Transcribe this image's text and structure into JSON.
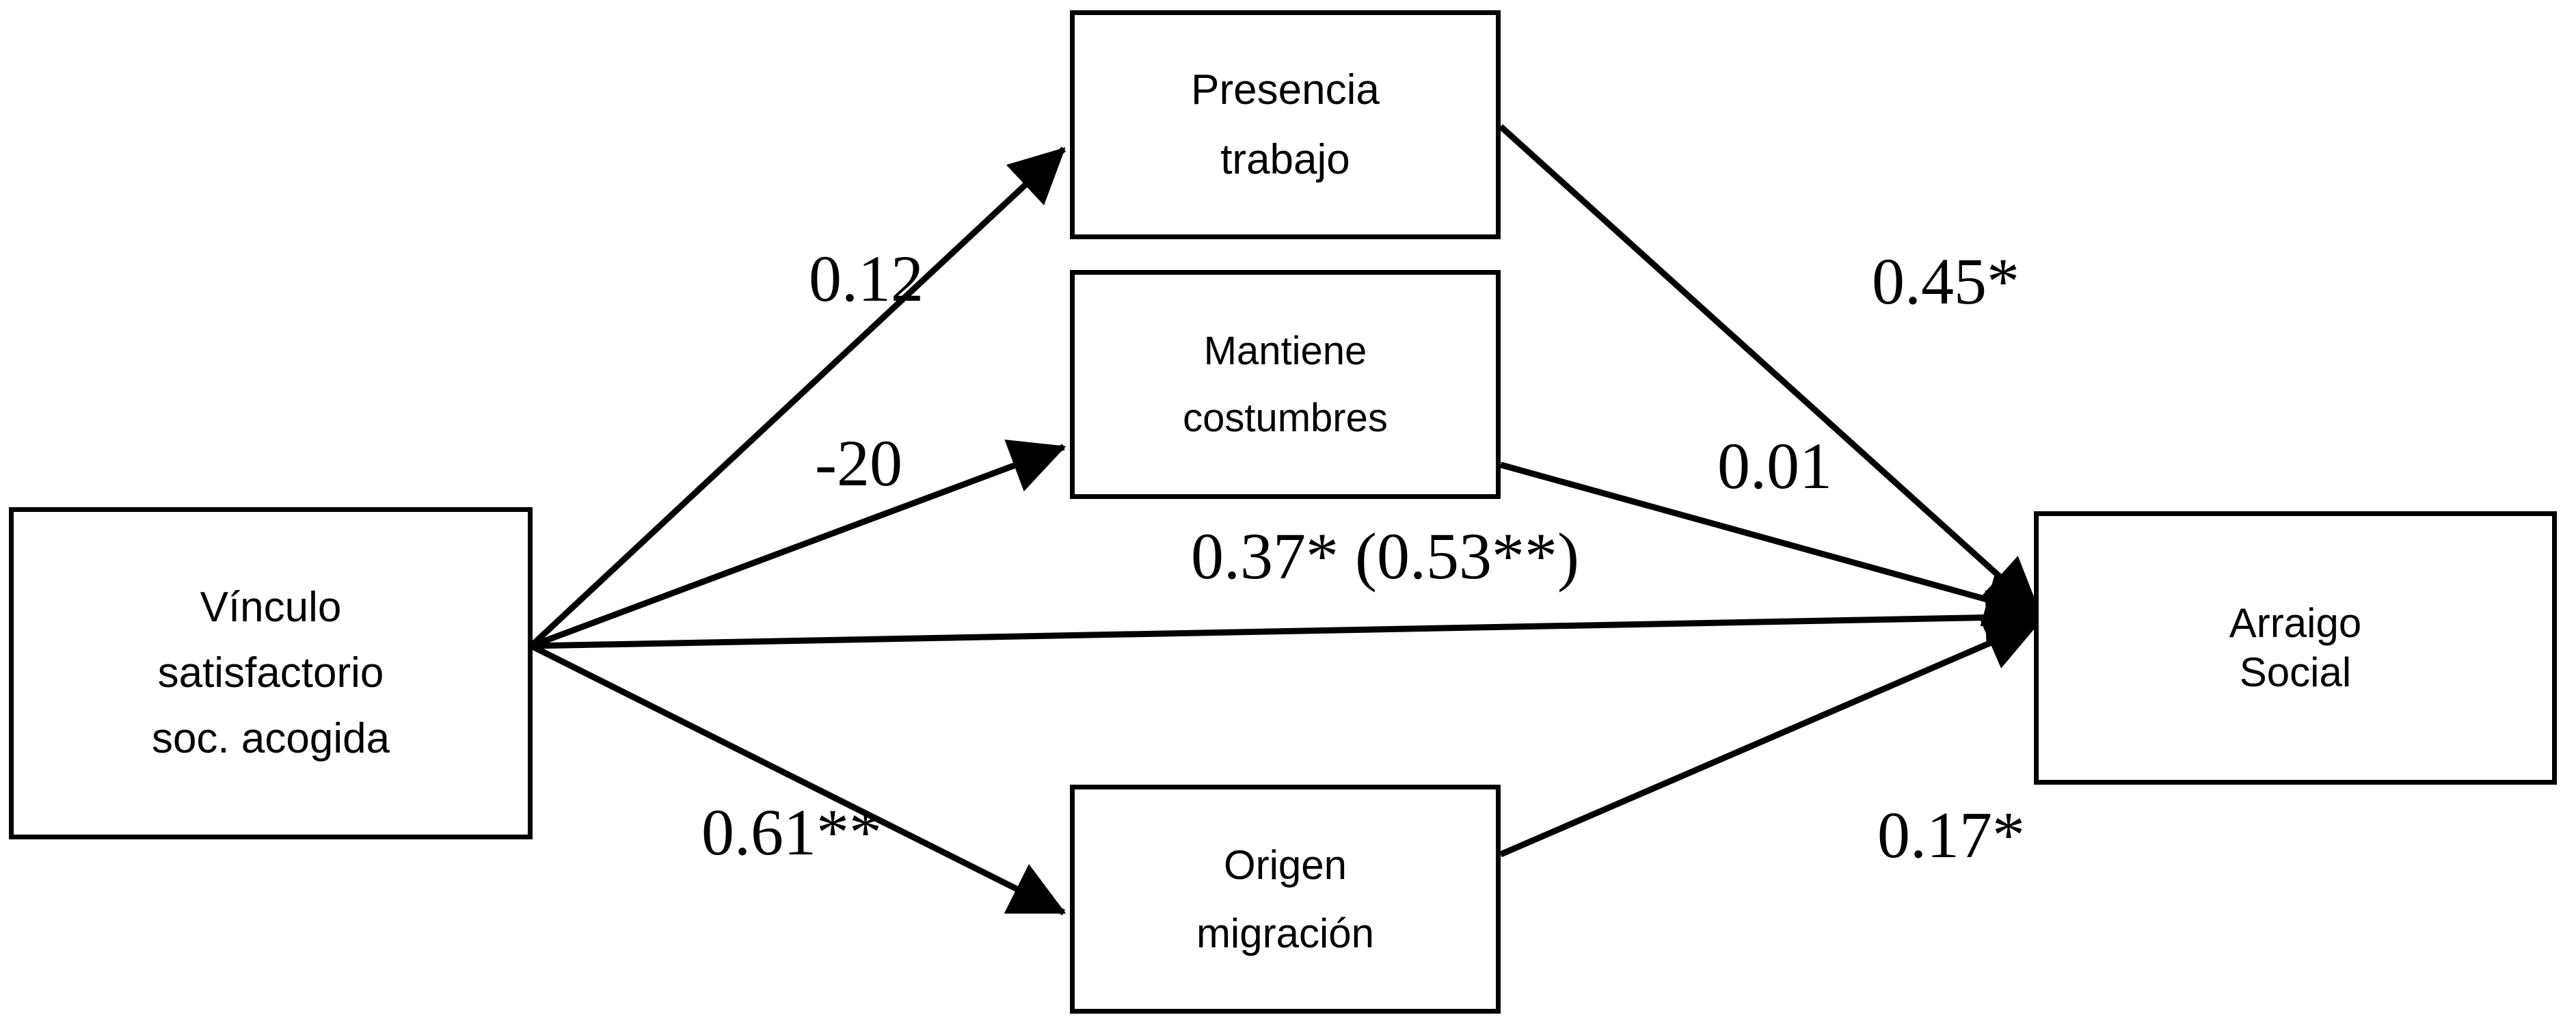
{
  "diagram": {
    "title": "Modelo de rutas: Vinculo satisfactorio con la sociedad de acogida y Arraigo Social",
    "line_color": "#000000",
    "background_color": "#ffffff",
    "text_color": "#000000"
  },
  "nodes": {
    "vinculo": {
      "id": "vinculo-satisfactorio-soc-acogida",
      "lines": [
        "Vínculo",
        "satisfactorio",
        "soc. acogida"
      ]
    },
    "presencia": {
      "id": "presencia-trabajo",
      "lines": [
        "Presencia",
        "trabajo"
      ]
    },
    "mantiene": {
      "id": "mantiene-costumbres",
      "lines": [
        "Mantiene",
        "costumbres"
      ]
    },
    "origen": {
      "id": "origen-migracion",
      "lines": [
        "Origen",
        "migración"
      ]
    },
    "arraigo": {
      "id": "arraigo-social",
      "lines": [
        "Arraigo",
        "Social"
      ]
    }
  },
  "edges": {
    "vinculo_to_presencia": {
      "label": "0.12",
      "from": "vinculo",
      "to": "presencia",
      "value": 0.12,
      "significance": ""
    },
    "vinculo_to_mantiene": {
      "label": "-20",
      "from": "vinculo",
      "to": "mantiene",
      "value": -20,
      "significance": ""
    },
    "vinculo_to_arraigo": {
      "label": "0.37* (0.53**)",
      "from": "vinculo",
      "to": "arraigo",
      "value": 0.37,
      "value_alt": 0.53,
      "significance": "*",
      "significance_alt": "**"
    },
    "vinculo_to_origen": {
      "label": "0.61**",
      "from": "vinculo",
      "to": "origen",
      "value": 0.61,
      "significance": "**"
    },
    "presencia_to_arraigo": {
      "label": "0.45*",
      "from": "presencia",
      "to": "arraigo",
      "value": 0.45,
      "significance": "*"
    },
    "mantiene_to_arraigo": {
      "label": "0.01",
      "from": "mantiene",
      "to": "arraigo",
      "value": 0.01,
      "significance": ""
    },
    "origen_to_arraigo": {
      "label": "0.17*",
      "from": "origen",
      "to": "arraigo",
      "value": 0.17,
      "significance": "*"
    }
  },
  "chart_data": {
    "type": "diagram",
    "subtype": "path-model",
    "title": "",
    "nodes": [
      {
        "name": "Vínculo satisfactorio soc. acogida",
        "role": "exogenous"
      },
      {
        "name": "Presencia trabajo",
        "role": "mediator"
      },
      {
        "name": "Mantiene costumbres",
        "role": "mediator"
      },
      {
        "name": "Origen migración",
        "role": "mediator"
      },
      {
        "name": "Arraigo Social",
        "role": "outcome"
      }
    ],
    "edges": [
      {
        "from": "Vínculo satisfactorio soc. acogida",
        "to": "Presencia trabajo",
        "coefficient": 0.12,
        "label": "0.12"
      },
      {
        "from": "Vínculo satisfactorio soc. acogida",
        "to": "Mantiene costumbres",
        "coefficient": -20,
        "label": "-20"
      },
      {
        "from": "Vínculo satisfactorio soc. acogida",
        "to": "Arraigo Social",
        "coefficient": 0.37,
        "coefficient_alt": 0.53,
        "label": "0.37* (0.53**)"
      },
      {
        "from": "Vínculo satisfactorio soc. acogida",
        "to": "Origen migración",
        "coefficient": 0.61,
        "label": "0.61**"
      },
      {
        "from": "Presencia trabajo",
        "to": "Arraigo Social",
        "coefficient": 0.45,
        "label": "0.45*"
      },
      {
        "from": "Mantiene costumbres",
        "to": "Arraigo Social",
        "coefficient": 0.01,
        "label": "0.01"
      },
      {
        "from": "Origen migración",
        "to": "Arraigo Social",
        "coefficient": 0.17,
        "label": "0.17*"
      }
    ]
  }
}
